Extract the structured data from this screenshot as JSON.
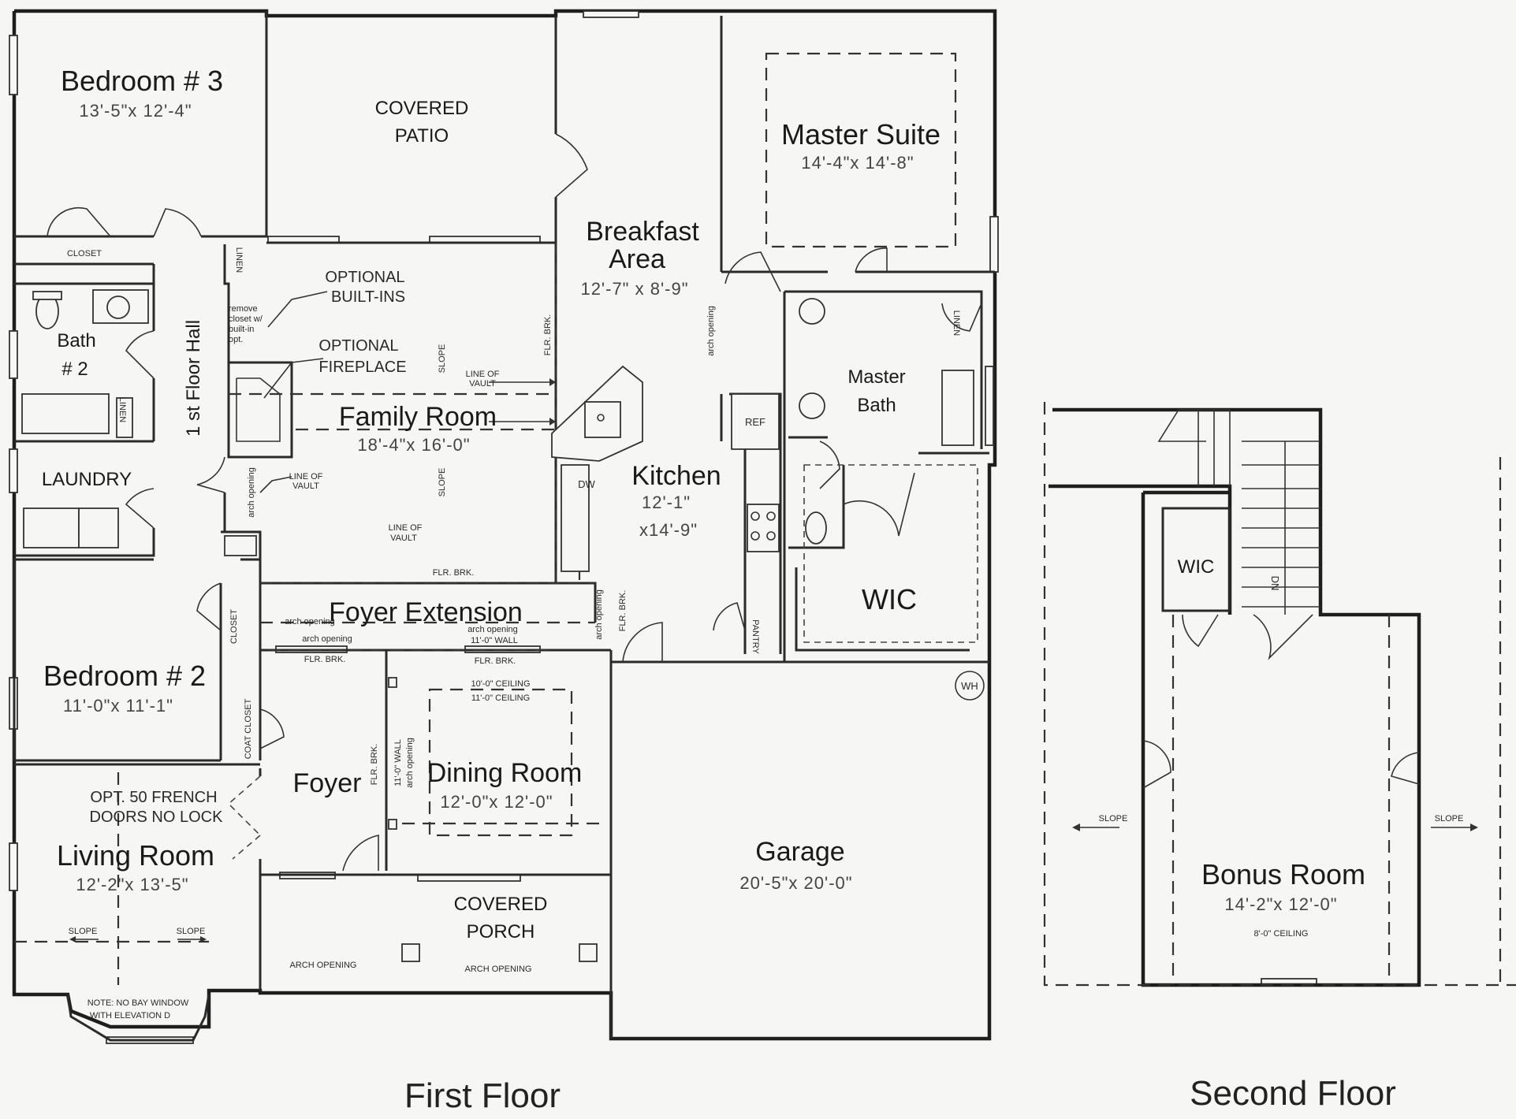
{
  "first_floor": {
    "title": "First Floor",
    "rooms": {
      "bedroom3": {
        "name": "Bedroom # 3",
        "dim": "13'-5\"x 12'-4\""
      },
      "covered_patio": {
        "line1": "COVERED",
        "line2": "PATIO"
      },
      "breakfast": {
        "line1": "Breakfast",
        "line2": "Area",
        "dim": "12'-7\" x 8'-9\""
      },
      "master_suite": {
        "name": "Master Suite",
        "dim": "14'-4\"x 14'-8\""
      },
      "bath2": {
        "line1": "Bath",
        "line2": "# 2"
      },
      "hall": {
        "name": "1 st Floor Hall"
      },
      "family_room": {
        "name": "Family Room",
        "dim": "18'-4\"x 16'-0\""
      },
      "laundry": {
        "name": "LAUNDRY"
      },
      "kitchen": {
        "name": "Kitchen",
        "dim1": "12'-1\"",
        "dim2": "x14'-9\""
      },
      "master_bath": {
        "line1": "Master",
        "line2": "Bath"
      },
      "wic": {
        "name": "WIC"
      },
      "foyer_ext": {
        "name": "Foyer Extension"
      },
      "bedroom2": {
        "name": "Bedroom # 2",
        "dim": "11'-0\"x 11'-1\""
      },
      "foyer": {
        "name": "Foyer"
      },
      "dining": {
        "name": "Dining Room",
        "dim": "12'-0\"x 12'-0\""
      },
      "living": {
        "name": "Living Room",
        "dim": "12'-2\"x 13'-5\""
      },
      "garage": {
        "name": "Garage",
        "dim": "20'-5\"x 20'-0\""
      },
      "covered_porch": {
        "line1": "COVERED",
        "line2": "PORCH"
      }
    },
    "notes": {
      "closet": "CLOSET",
      "linen": "LINEN",
      "optional_builtins_1": "OPTIONAL",
      "optional_builtins_2": "BUILT-INS",
      "optional_fireplace_1": "OPTIONAL",
      "optional_fireplace_2": "FIREPLACE",
      "remove_closet_1": "remove",
      "remove_closet_2": "closet w/",
      "remove_closet_3": "built-in",
      "remove_closet_4": "opt.",
      "line_of_vault_1": "LINE OF",
      "line_of_vault_2": "VAULT",
      "slope": "SLOPE",
      "flr_brk": "FLR. BRK.",
      "arch_opening": "arch opening",
      "arch_opening_caps": "ARCH OPENING",
      "ceiling_11_wall": "11'-0\" WALL",
      "ceiling_10": "10'-0\" CEILING",
      "ceiling_11": "11'-0\" CEILING",
      "ref": "REF",
      "dw": "DW",
      "pantry": "PANTRY",
      "wh": "WH",
      "coat_closet": "COAT CLOSET",
      "french_1": "OPT. 50 FRENCH",
      "french_2": "DOORS NO LOCK",
      "bay_1": "NOTE: NO BAY WINDOW",
      "bay_2": "WITH ELEVATION D"
    }
  },
  "second_floor": {
    "title": "Second Floor",
    "bonus": {
      "name": "Bonus Room",
      "dim": "14'-2\"x 12'-0\"",
      "ceiling": "8'-0\" CEILING"
    },
    "wic": "WIC",
    "dn": "DN",
    "slope": "SLOPE"
  }
}
